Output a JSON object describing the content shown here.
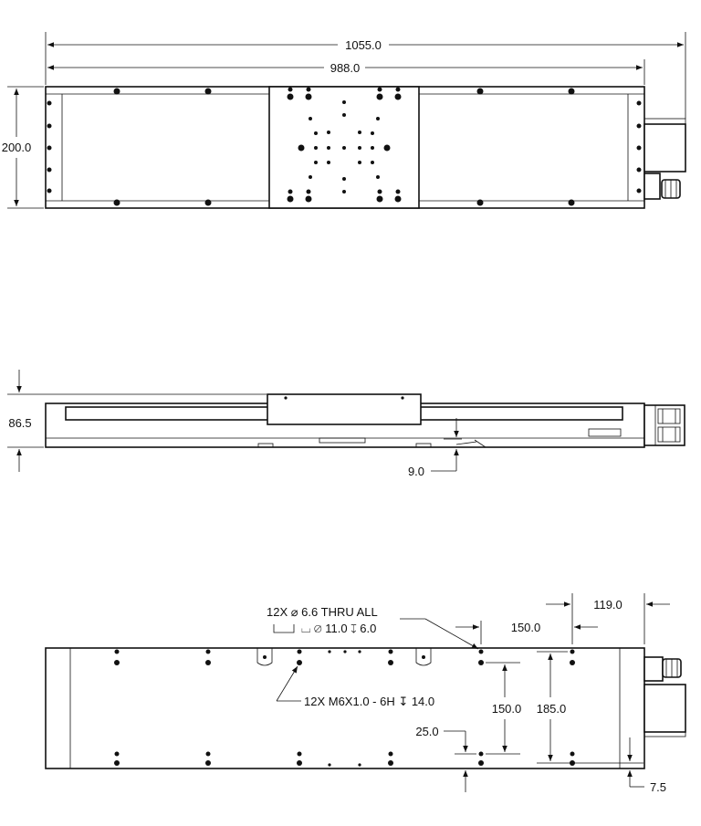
{
  "top_view": {
    "overall_length": "1055.0",
    "body_length": "988.0",
    "width": "200.0"
  },
  "side_view": {
    "height": "86.5",
    "base_offset": "9.0"
  },
  "bottom_view": {
    "thru_hole_callout": "12X ⌀ 6.6 THRU ALL",
    "counterbore_callout": "⌴ ⌀ 11.0 ↧ 6.0",
    "tapped_hole_callout": "12X M6X1.0 - 6H ↧ 14.0",
    "end_offset": "119.0",
    "pitch_x": "150.0",
    "pitch_y": "150.0",
    "outer_y": "185.0",
    "edge_offset": "25.0",
    "edge_margin": "7.5"
  }
}
